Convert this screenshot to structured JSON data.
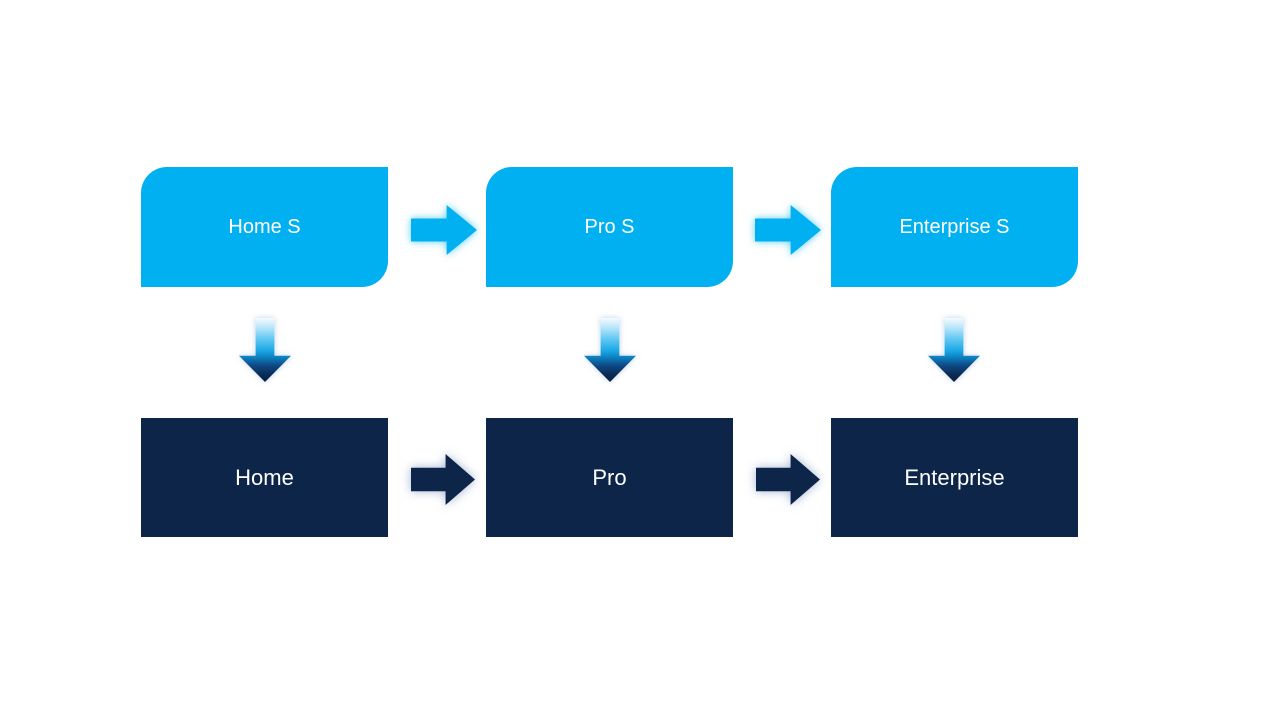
{
  "slide": {
    "background_color": "#FFFFFF",
    "rows": {
      "top": {
        "box_fill": "#00B0F0",
        "text_color": "#FFFFFF",
        "corner_style": "rounded-diagonal",
        "items": [
          {
            "label": "Home S"
          },
          {
            "label": "Pro S"
          },
          {
            "label": "Enterprise S"
          }
        ]
      },
      "bottom": {
        "box_fill": "#0D2549",
        "text_color": "#FFFFFF",
        "corner_style": "square",
        "items": [
          {
            "label": "Home"
          },
          {
            "label": "Pro"
          },
          {
            "label": "Enterprise"
          }
        ]
      }
    },
    "connectors": {
      "right_arrow_top_fill": "#00B0F0",
      "right_arrow_top_glow": "#00B0F0",
      "right_arrow_bottom_fill": "#0D2549",
      "right_arrow_bottom_glow": "#7D96BE",
      "down_arrow_gradient": [
        "#F4FBFE",
        "#18A5E4",
        "#0A1F42"
      ],
      "icons": {
        "right_arrow": "right-arrow-icon",
        "down_arrow": "down-arrow-icon"
      }
    }
  }
}
